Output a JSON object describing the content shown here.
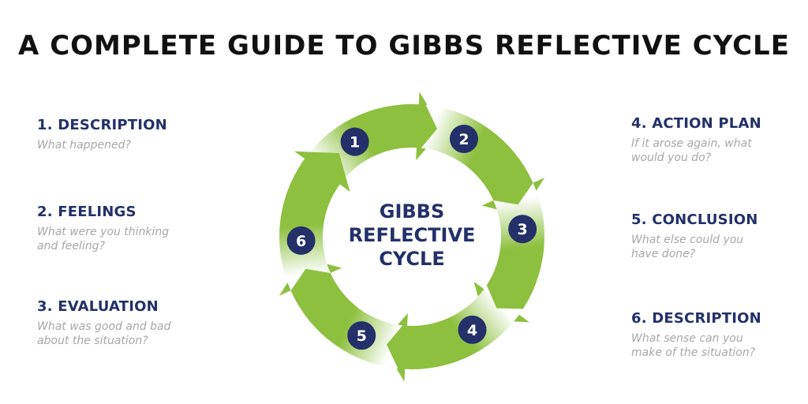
{
  "title": "A COMPLETE GUIDE TO GIBBS REFLECTIVE CYCLE",
  "center": {
    "line1": "GIBBS",
    "line2": "REFLECTIVE",
    "line3": "CYCLE"
  },
  "colors": {
    "arrow": "#8dc03f",
    "badge": "#233069",
    "heading": "#233069",
    "caption": "#a7a7a7"
  },
  "steps": [
    {
      "number": "1",
      "heading": "1. DESCRIPTION",
      "caption": "What happened?"
    },
    {
      "number": "2",
      "heading": "2. FEELINGS",
      "caption": "What were you thinking and feeling?"
    },
    {
      "number": "3",
      "heading": "3. EVALUATION",
      "caption": "What was good and bad about the situation?"
    },
    {
      "number": "4",
      "heading": "4. ACTION PLAN",
      "caption": "If it arose again, what would you do?"
    },
    {
      "number": "5",
      "heading": "5. CONCLUSION",
      "caption": "What else could you have done?"
    },
    {
      "number": "6",
      "heading": "6. DESCRIPTION",
      "caption": "What sense can you make of the situation?"
    }
  ]
}
